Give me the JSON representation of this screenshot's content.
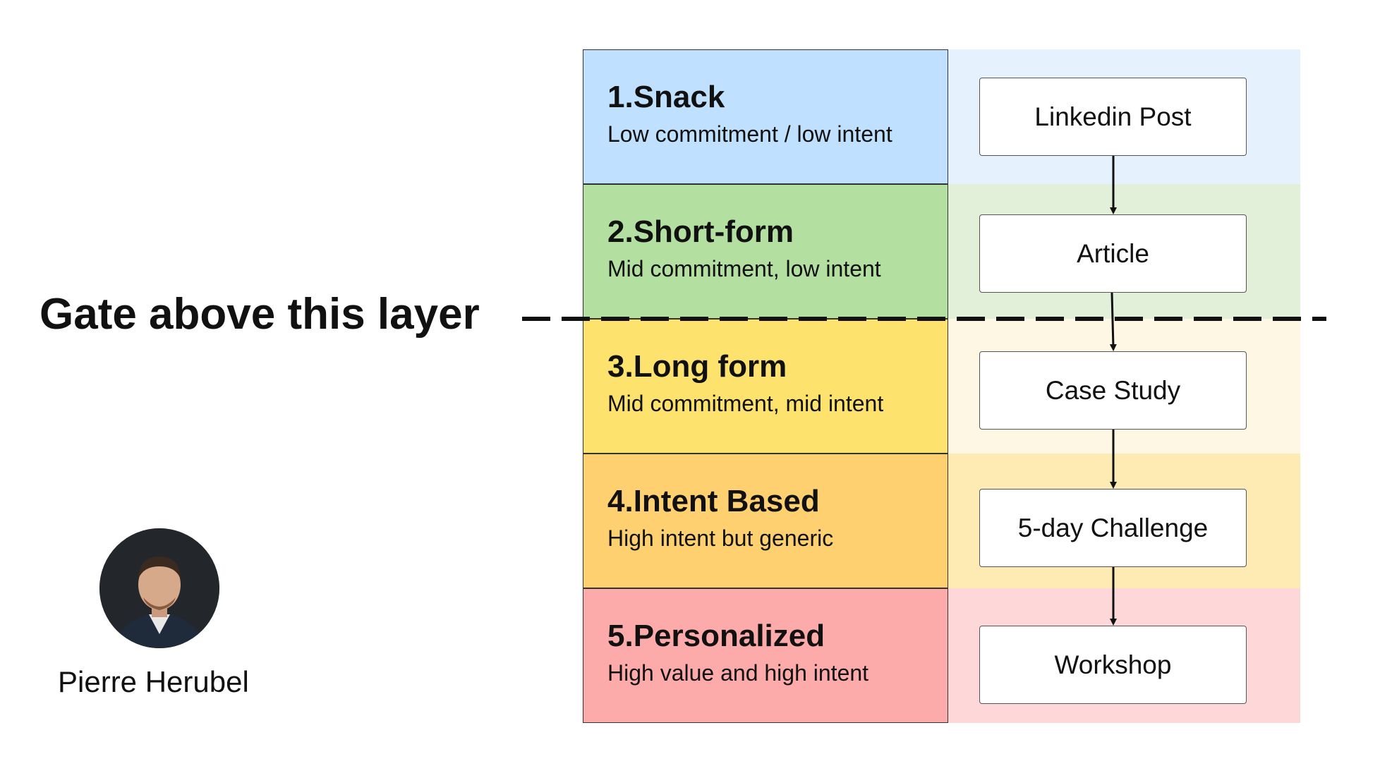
{
  "gate": {
    "label": "Gate above this layer",
    "position_after_layer": 2
  },
  "layers": [
    {
      "title": "1.Snack",
      "description": "Low commitment / low intent",
      "item": "Linkedin Post",
      "left_color": "#bfe0fe",
      "right_color": "#e6f1fe"
    },
    {
      "title": "2.Short-form",
      "description": "Mid commitment, low intent",
      "item": "Article",
      "left_color": "#b3e0a0",
      "right_color": "#e2f0da"
    },
    {
      "title": "3.Long form",
      "description": "Mid commitment, mid intent",
      "item": "Case Study",
      "left_color": "#fee26e",
      "right_color": "#fdf7e4"
    },
    {
      "title": "4.Intent Based",
      "description": "High intent but generic",
      "item": "5-day Challenge",
      "left_color": "#fed070",
      "right_color": "#feebb3"
    },
    {
      "title": "5.Personalized",
      "description": "High value and high intent",
      "item": "Workshop",
      "left_color": "#fdaaaa",
      "right_color": "#fed8d8"
    }
  ],
  "author": {
    "name": "Pierre Herubel"
  }
}
